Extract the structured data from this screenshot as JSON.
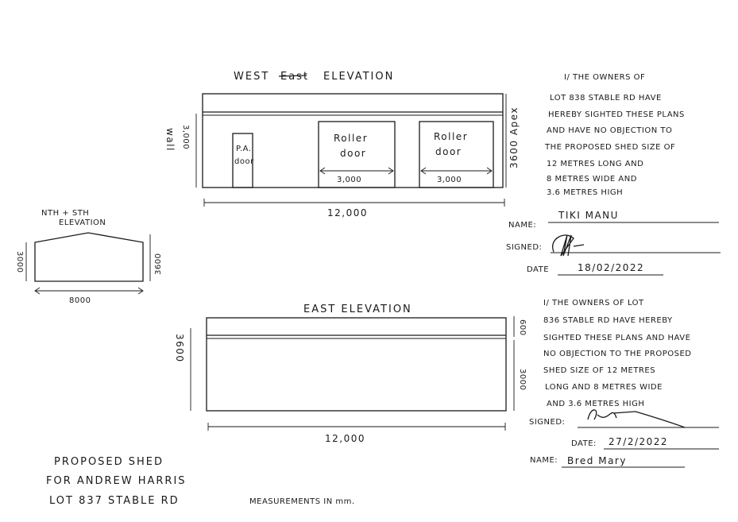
{
  "west_elevation": {
    "title_left": "WEST",
    "title_strike": "East",
    "title_right": "ELEVATION",
    "wall_height": "3,000",
    "wall_label": "wall",
    "apex_label": "3600 Apex",
    "pa_door_line1": "P.A.",
    "pa_door_line2": "door",
    "roller1_line1": "Roller",
    "roller1_line2": "door",
    "roller1_width": "3,000",
    "roller2_line1": "Roller",
    "roller2_line2": "door",
    "roller2_width": "3,000",
    "length": "12,000"
  },
  "end_elevation": {
    "title_line1": "NTH + STH",
    "title_line2": "ELEVATION",
    "wall_height": "3000",
    "apex_height": "3600",
    "width": "8000"
  },
  "east_elevation": {
    "title": "EAST ELEVATION",
    "height": "3600",
    "top_dim": "600",
    "wall_dim": "3000",
    "length": "12,000"
  },
  "notes": {
    "line1": "PROPOSED SHED",
    "line2": "FOR ANDREW HARRIS",
    "line3": "LOT 837 STABLE RD",
    "measurements": "MEASUREMENTS IN mm."
  },
  "consent_lot838": {
    "lines": [
      "I/ THE OWNERS OF",
      "LOT 838 STABLE RD HAVE",
      "HEREBY SIGHTED THESE PLANS",
      "AND HAVE NO OBJECTION TO",
      "THE PROPOSED SHED SIZE OF",
      "12 METRES LONG AND",
      "8 METRES WIDE AND",
      "3.6 METRES HIGH"
    ],
    "name_label": "NAME:",
    "name_value": "TIKI MANU",
    "signed_label": "SIGNED:",
    "date_label": "DATE",
    "date_value": "18/02/2022"
  },
  "consent_lot836": {
    "lines": [
      "I/ THE OWNERS OF LOT",
      "836 STABLE RD HAVE HEREBY",
      "SIGHTED THESE PLANS AND HAVE",
      "NO OBJECTION TO THE PROPOSED",
      "SHED SIZE OF 12 METRES",
      "LONG AND 8 METRES WIDE",
      "AND 3.6 METRES HIGH"
    ],
    "signed_label": "SIGNED:",
    "date_label": "DATE:",
    "date_value": "27/2/2022",
    "name_label": "NAME:",
    "name_value": "Bred Mary"
  }
}
